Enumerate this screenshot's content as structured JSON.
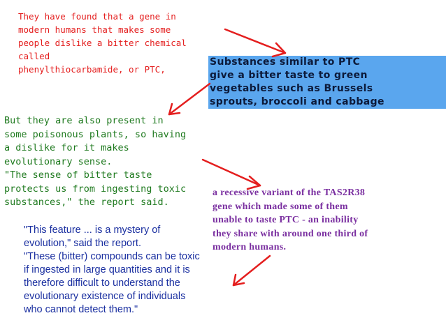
{
  "blocks": {
    "text1": "They have found that a gene in\nmodern humans that makes some\npeople dislike a bitter chemical called\nphenylthiocarbamide, or PTC,",
    "text2": "Substances similar to PTC\ngive a bitter taste to green\nvegetables such as Brussels\nsprouts, broccoli and cabbage",
    "text3": "But they are also present in\nsome poisonous plants, so having\na dislike for it makes\nevolutionary sense.\n\"The sense of bitter taste\nprotects us from ingesting toxic\nsubstances,\" the report said.",
    "text4": "a recessive variant of the TAS2R38\ngene which made some of them\nunable to taste PTC - an inability\nthey share with around one third of\nmodern humans.",
    "text5": "\"This feature ... is a mystery of\nevolution,\" said the report.\n\"These (bitter) compounds can be toxic\nif ingested in large quantities and it is\ntherefore difficult to understand the\nevolutionary existence of individuals\nwho cannot detect them.\""
  },
  "colors": {
    "text1": "#e41e1e",
    "text2_bg": "#5aa6ee",
    "text3": "#1f7a1f",
    "text4": "#7a2fa0",
    "text5": "#1a2fa0",
    "arrow": "#e41e1e"
  },
  "icons": [
    "arrow-icon",
    "arrow-icon",
    "arrow-icon",
    "arrow-icon"
  ]
}
